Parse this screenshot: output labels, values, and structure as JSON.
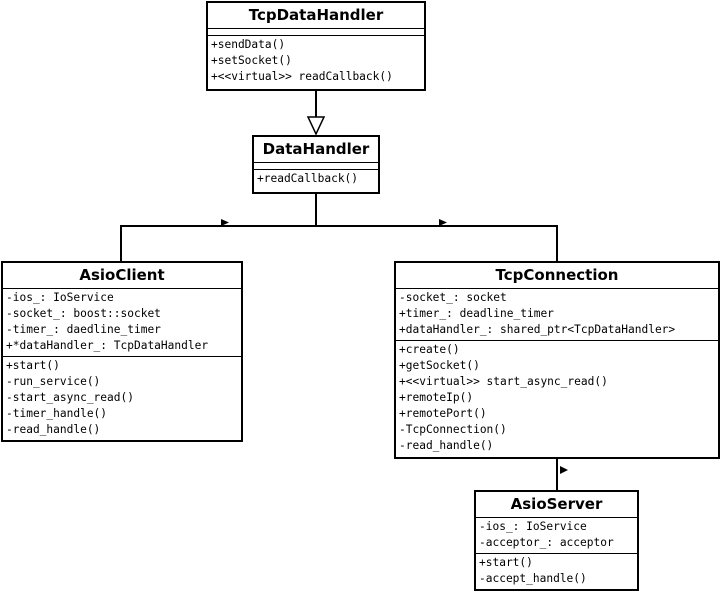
{
  "classes": {
    "tcp_data_handler": {
      "name": "TcpDataHandler",
      "attributes": [],
      "operations": [
        "+sendData()",
        "+setSocket()",
        "+<<virtual>> readCallback()"
      ]
    },
    "data_handler": {
      "name": "DataHandler",
      "attributes": [],
      "operations": [
        "+readCallback()"
      ]
    },
    "asio_client": {
      "name": "AsioClient",
      "attributes": [
        "-ios_: IoService",
        "-socket_: boost::socket",
        "-timer_: daedline_timer",
        "+*dataHandler_: TcpDataHandler"
      ],
      "operations": [
        "+start()",
        "-run_service()",
        "-start_async_read()",
        "-timer_handle()",
        "-read_handle()"
      ]
    },
    "tcp_connection": {
      "name": "TcpConnection",
      "attributes": [
        "-socket_: socket",
        "+timer_: deadline_timer",
        "+dataHandler_: shared_ptr<TcpDataHandler>"
      ],
      "operations": [
        "+create()",
        "+getSocket()",
        "+<<virtual>> start_async_read()",
        "+remoteIp()",
        "+remotePort()",
        "-TcpConnection()",
        "-read_handle()"
      ]
    },
    "asio_server": {
      "name": "AsioServer",
      "attributes": [
        "-ios_: IoService",
        "-acceptor_: acceptor"
      ],
      "operations": [
        "+start()",
        "-accept_handle()"
      ]
    }
  }
}
